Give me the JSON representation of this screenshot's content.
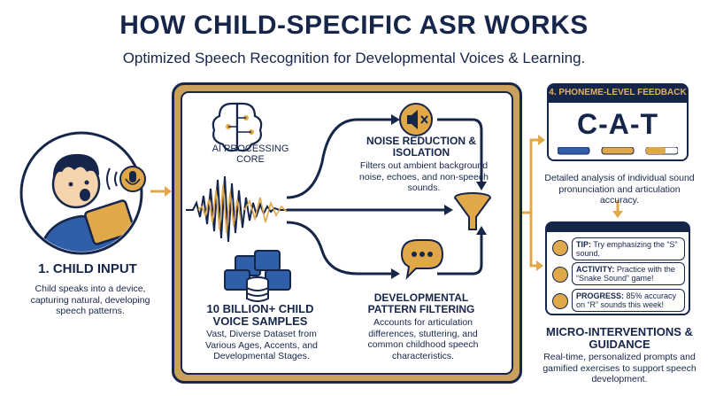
{
  "header": {
    "title": "HOW CHILD-SPECIFIC ASR WORKS",
    "subtitle": "Optimized Speech Recognition for Developmental Voices & Learning."
  },
  "child_input": {
    "title": "1. CHILD INPUT",
    "desc": "Child speaks into a device, capturing natural, developing speech patterns."
  },
  "ai_core": {
    "title": "AI PROCESSING CORE"
  },
  "samples": {
    "title": "10 BILLION+ CHILD VOICE SAMPLES",
    "desc": "Vast, Diverse Dataset from Various Ages, Accents, and Developmental Stages."
  },
  "noise": {
    "title": "NOISE REDUCTION & ISOLATION",
    "desc": "Filters out ambient background noise, echoes, and non-speech sounds."
  },
  "developmental": {
    "title": "DEVELOPMENTAL PATTERN FILTERING",
    "desc": "Accounts for articulation differences, stuttering, and common childhood speech characteristics."
  },
  "feedback": {
    "header": "4. PHONEME-LEVEL FEEDBACK",
    "word": "C-A-T",
    "desc": "Detailed analysis of individual sound pronunciation and articulation accuracy."
  },
  "tips": [
    {
      "label": "TIP:",
      "text": "Try emphasizing the “S” sound."
    },
    {
      "label": "ACTIVITY:",
      "text": "Practice with the “Snake Sound” game!"
    },
    {
      "label": "PROGRESS:",
      "text": "85% accuracy on “R” sounds this week!"
    }
  ],
  "micro": {
    "title": "MICRO-INTERVENTIONS & GUIDANCE",
    "desc": "Real-time, personalized prompts and gamified exercises to support speech development."
  },
  "colors": {
    "navy": "#16254a",
    "gold": "#e0a848",
    "panel_gold": "#c9a15a"
  }
}
